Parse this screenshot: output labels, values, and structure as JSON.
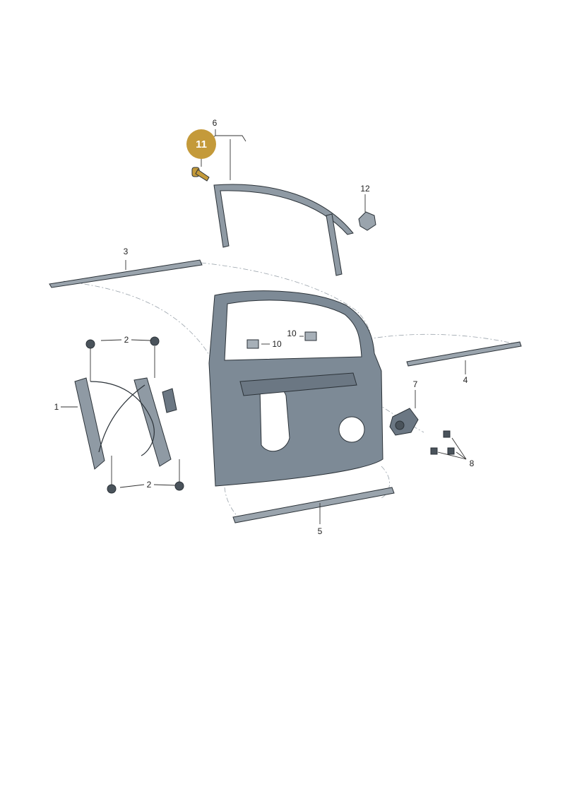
{
  "highlight_color": "#c49a3a",
  "part_color": "#8f9aa4",
  "door_color": "#7d8a96",
  "callouts": {
    "c1": "1",
    "c2a": "2",
    "c2b": "2",
    "c3": "3",
    "c4": "4",
    "c5": "5",
    "c6": "6",
    "c7": "7",
    "c8": "8",
    "c10a": "10",
    "c10b": "10",
    "c11": "11",
    "c12": "12"
  }
}
